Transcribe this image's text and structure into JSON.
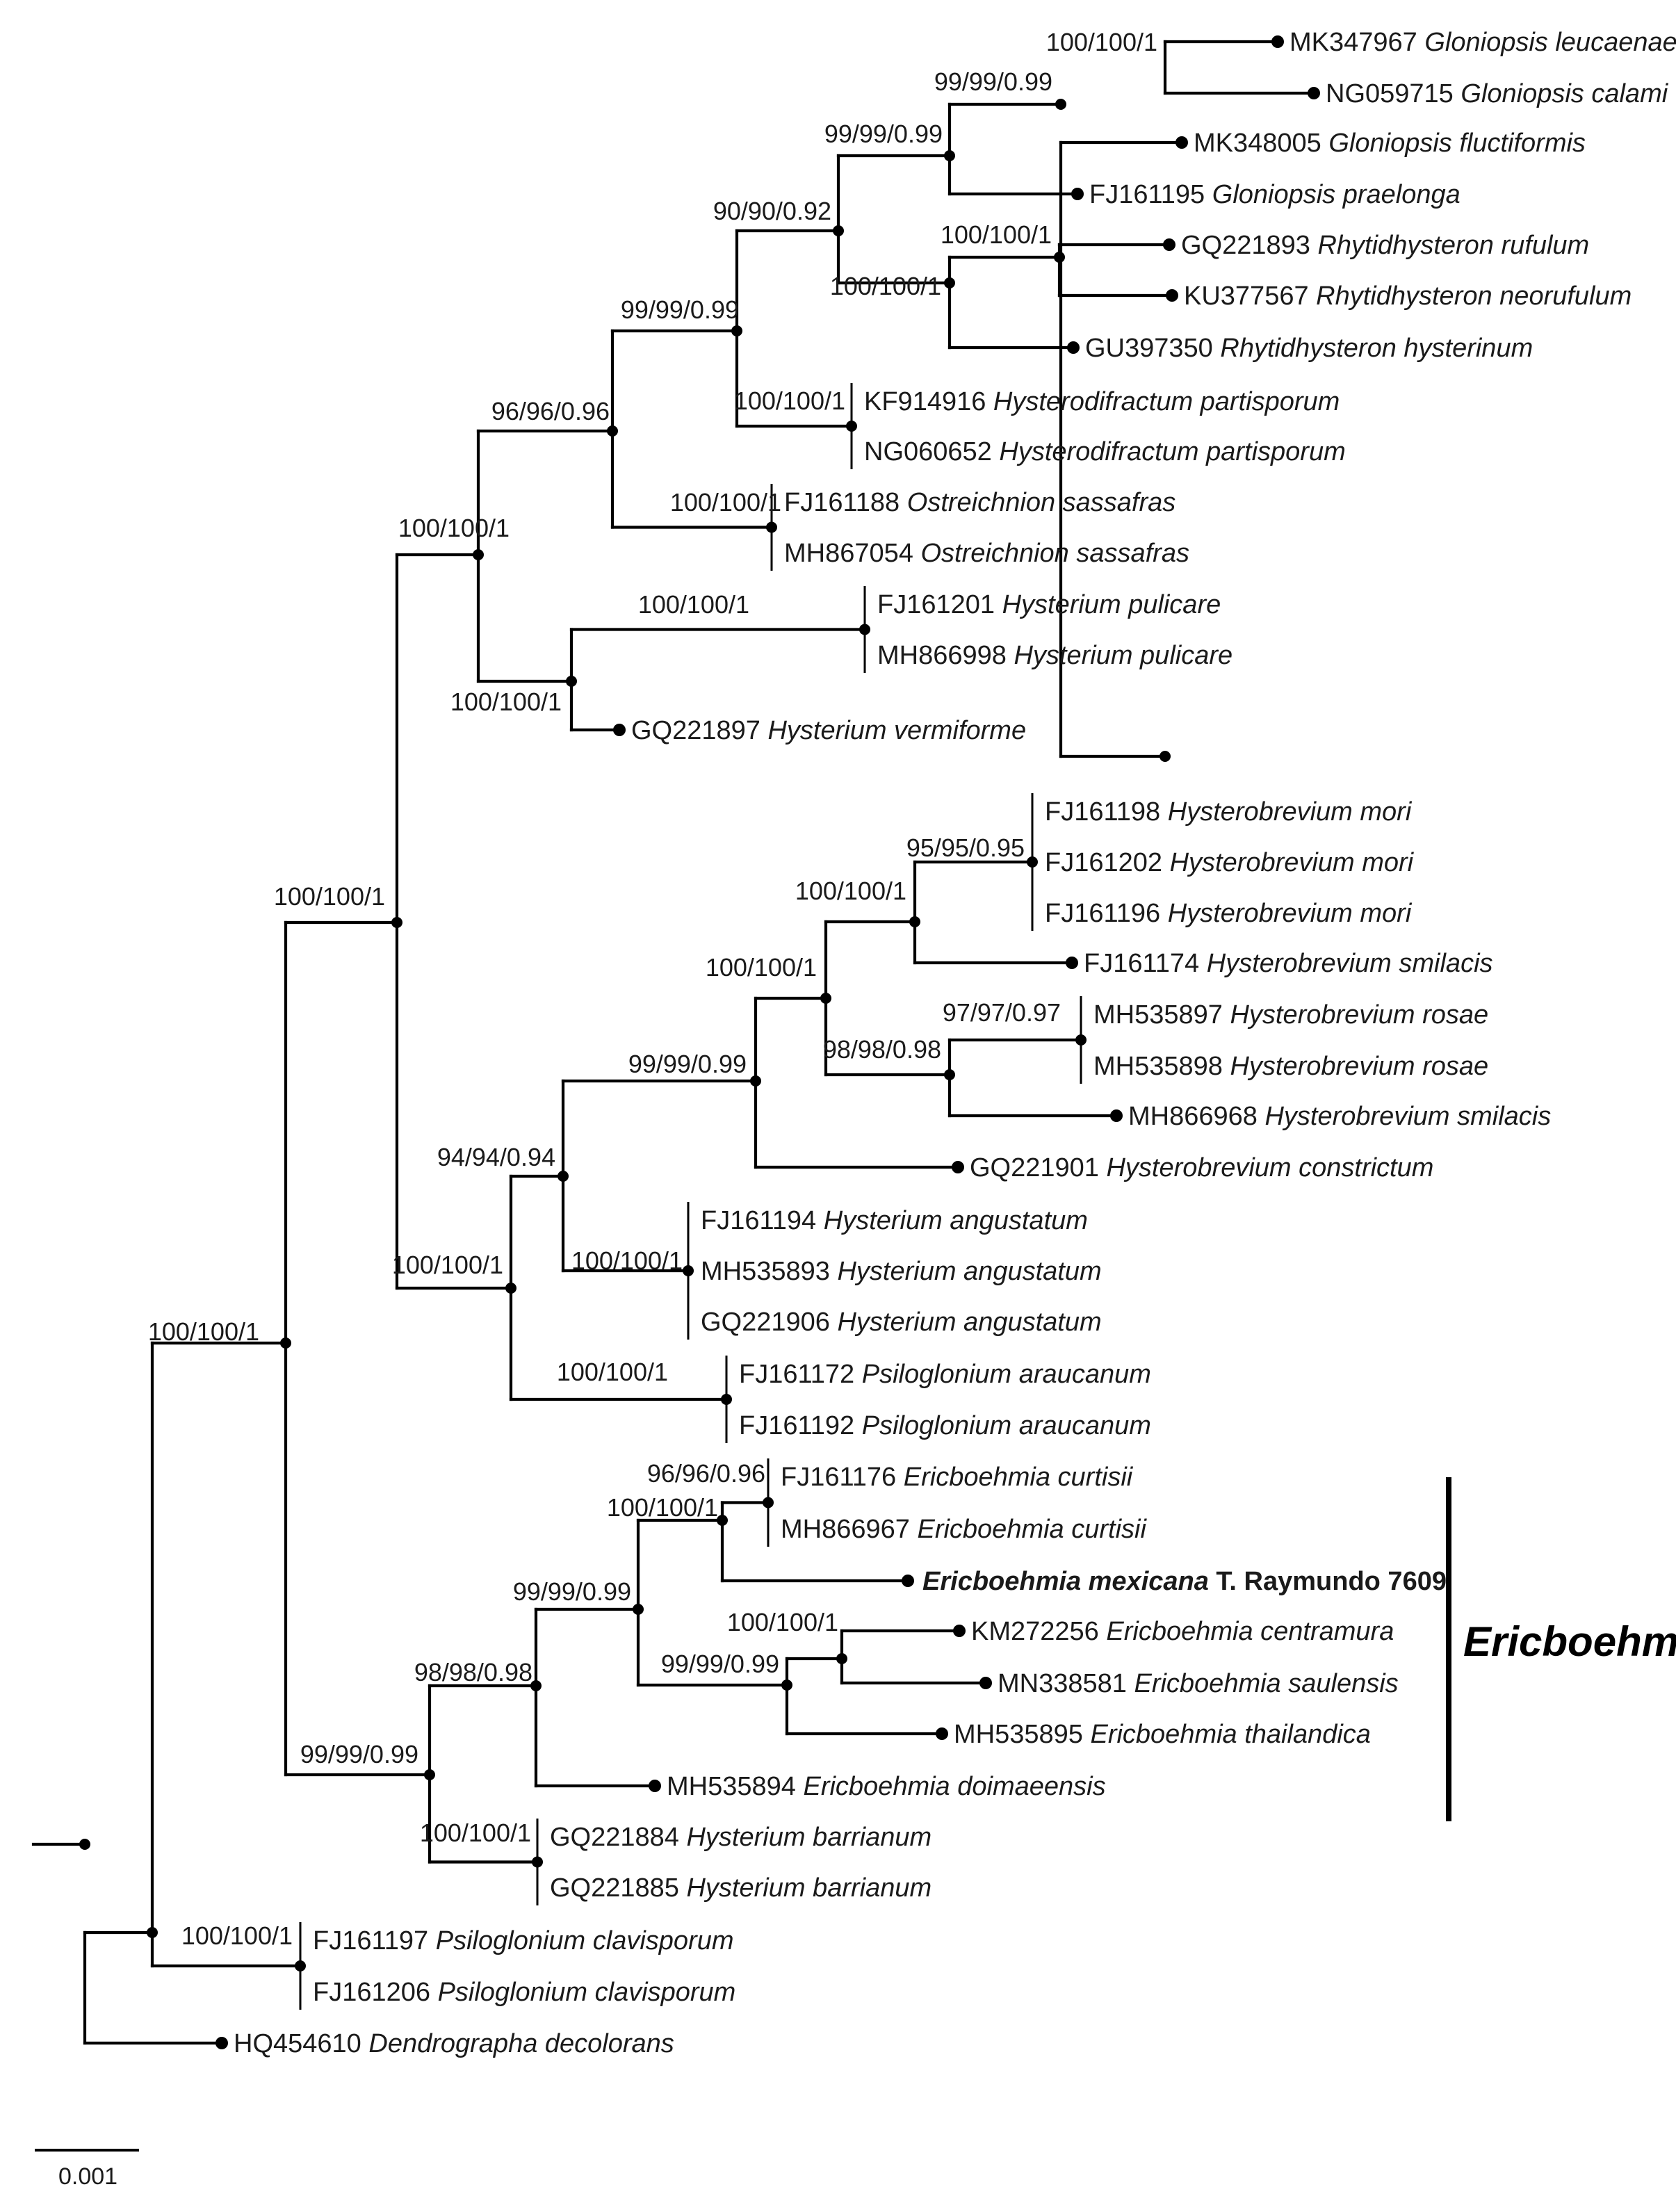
{
  "tree": {
    "tips": [
      {
        "acc": "MK347967",
        "species": "Gloniopsis leucaenae"
      },
      {
        "acc": "NG059715",
        "species": "Gloniopsis calami"
      },
      {
        "acc": "MK348005",
        "species": "Gloniopsis fluctiformis"
      },
      {
        "acc": "FJ161195",
        "species": "Gloniopsis praelonga"
      },
      {
        "acc": "GQ221893",
        "species": "Rhytidhysteron rufulum"
      },
      {
        "acc": "KU377567",
        "species": "Rhytidhysteron neorufulum"
      },
      {
        "acc": "GU397350",
        "species": "Rhytidhysteron hysterinum"
      },
      {
        "acc": "KF914916",
        "species": "Hysterodifractum partisporum"
      },
      {
        "acc": "NG060652",
        "species": "Hysterodifractum partisporum"
      },
      {
        "acc": "FJ161188",
        "species": "Ostreichnion sassafras"
      },
      {
        "acc": "MH867054",
        "species": "Ostreichnion sassafras"
      },
      {
        "acc": "FJ161201",
        "species": "Hysterium pulicare"
      },
      {
        "acc": "MH866998",
        "species": "Hysterium pulicare"
      },
      {
        "acc": "GQ221897",
        "species": "Hysterium vermiforme"
      },
      {
        "acc": "FJ161198",
        "species": "Hysterobrevium mori"
      },
      {
        "acc": "FJ161202",
        "species": "Hysterobrevium mori"
      },
      {
        "acc": "FJ161196",
        "species": "Hysterobrevium mori"
      },
      {
        "acc": "FJ161174",
        "species": "Hysterobrevium smilacis"
      },
      {
        "acc": "MH535897",
        "species": "Hysterobrevium rosae"
      },
      {
        "acc": "MH535898",
        "species": "Hysterobrevium rosae"
      },
      {
        "acc": "MH866968",
        "species": "Hysterobrevium smilacis"
      },
      {
        "acc": "GQ221901",
        "species": "Hysterobrevium constrictum"
      },
      {
        "acc": "FJ161194",
        "species": "Hysterium angustatum"
      },
      {
        "acc": "MH535893",
        "species": "Hysterium angustatum"
      },
      {
        "acc": "GQ221906",
        "species": "Hysterium angustatum"
      },
      {
        "acc": "FJ161172",
        "species": "Psiloglonium araucanum"
      },
      {
        "acc": "FJ161192",
        "species": "Psiloglonium araucanum"
      },
      {
        "acc": "FJ161176",
        "species": "Ericboehmia curtisii"
      },
      {
        "acc": "MH866967",
        "species": "Ericboehmia curtisii"
      },
      {
        "acc": "",
        "species": "Ericboehmia mexicana",
        "suffix": " T. Raymundo 7609",
        "bold": true
      },
      {
        "acc": "KM272256",
        "species": "Ericboehmia centramura"
      },
      {
        "acc": "MN338581",
        "species": "Ericboehmia saulensis"
      },
      {
        "acc": "MH535895",
        "species": "Ericboehmia thailandica"
      },
      {
        "acc": "MH535894",
        "species": "Ericboehmia doimaeensis"
      },
      {
        "acc": "GQ221884",
        "species": "Hysterium barrianum"
      },
      {
        "acc": "GQ221885",
        "species": "Hysterium barrianum"
      },
      {
        "acc": "FJ161197",
        "species": "Psiloglonium clavisporum"
      },
      {
        "acc": "FJ161206",
        "species": "Psiloglonium clavisporum"
      },
      {
        "acc": "HQ454610",
        "species": "Dendrographa decolorans"
      }
    ],
    "supports": [
      "100/100/1",
      "99/99/0.99",
      "99/99/0.99",
      "100/100/1",
      "100/100/1",
      "90/90/0.92",
      "100/100/1",
      "99/99/0.99",
      "100/100/1",
      "96/96/0.96",
      "100/100/1",
      "100/100/1",
      "100/100/1",
      "95/95/0.95",
      "100/100/1",
      "97/97/0.97",
      "98/98/0.98",
      "100/100/1",
      "99/99/0.99",
      "100/100/1",
      "94/94/0.94",
      "100/100/1",
      "100/100/1",
      "100/100/1",
      "96/96/0.96",
      "100/100/1",
      "100/100/1",
      "99/99/0.99",
      "99/99/0.99",
      "98/98/0.98",
      "100/100/1",
      "99/99/0.99",
      "100/100/1",
      "100/100/1"
    ],
    "clade": {
      "label": "Ericboehmia"
    },
    "scale": {
      "label": "0.001"
    }
  }
}
